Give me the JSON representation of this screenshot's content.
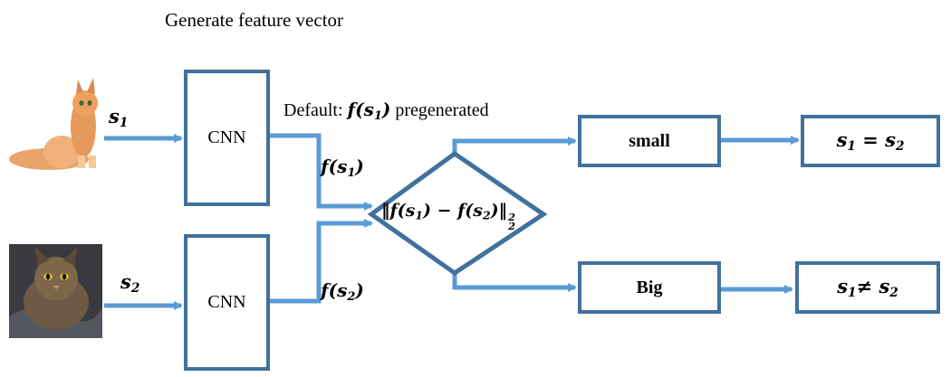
{
  "header": {
    "title": "Generate feature vector"
  },
  "note": {
    "prefix": "Default:",
    "suffix": "pregenerated"
  },
  "cnn_top": {
    "label": "CNN"
  },
  "cnn_bottom": {
    "label": "CNN"
  },
  "small_box": {
    "label": "small"
  },
  "big_box": {
    "label": "Big"
  },
  "colors": {
    "arrow": "#5b9bd5",
    "border": "#41719c"
  }
}
